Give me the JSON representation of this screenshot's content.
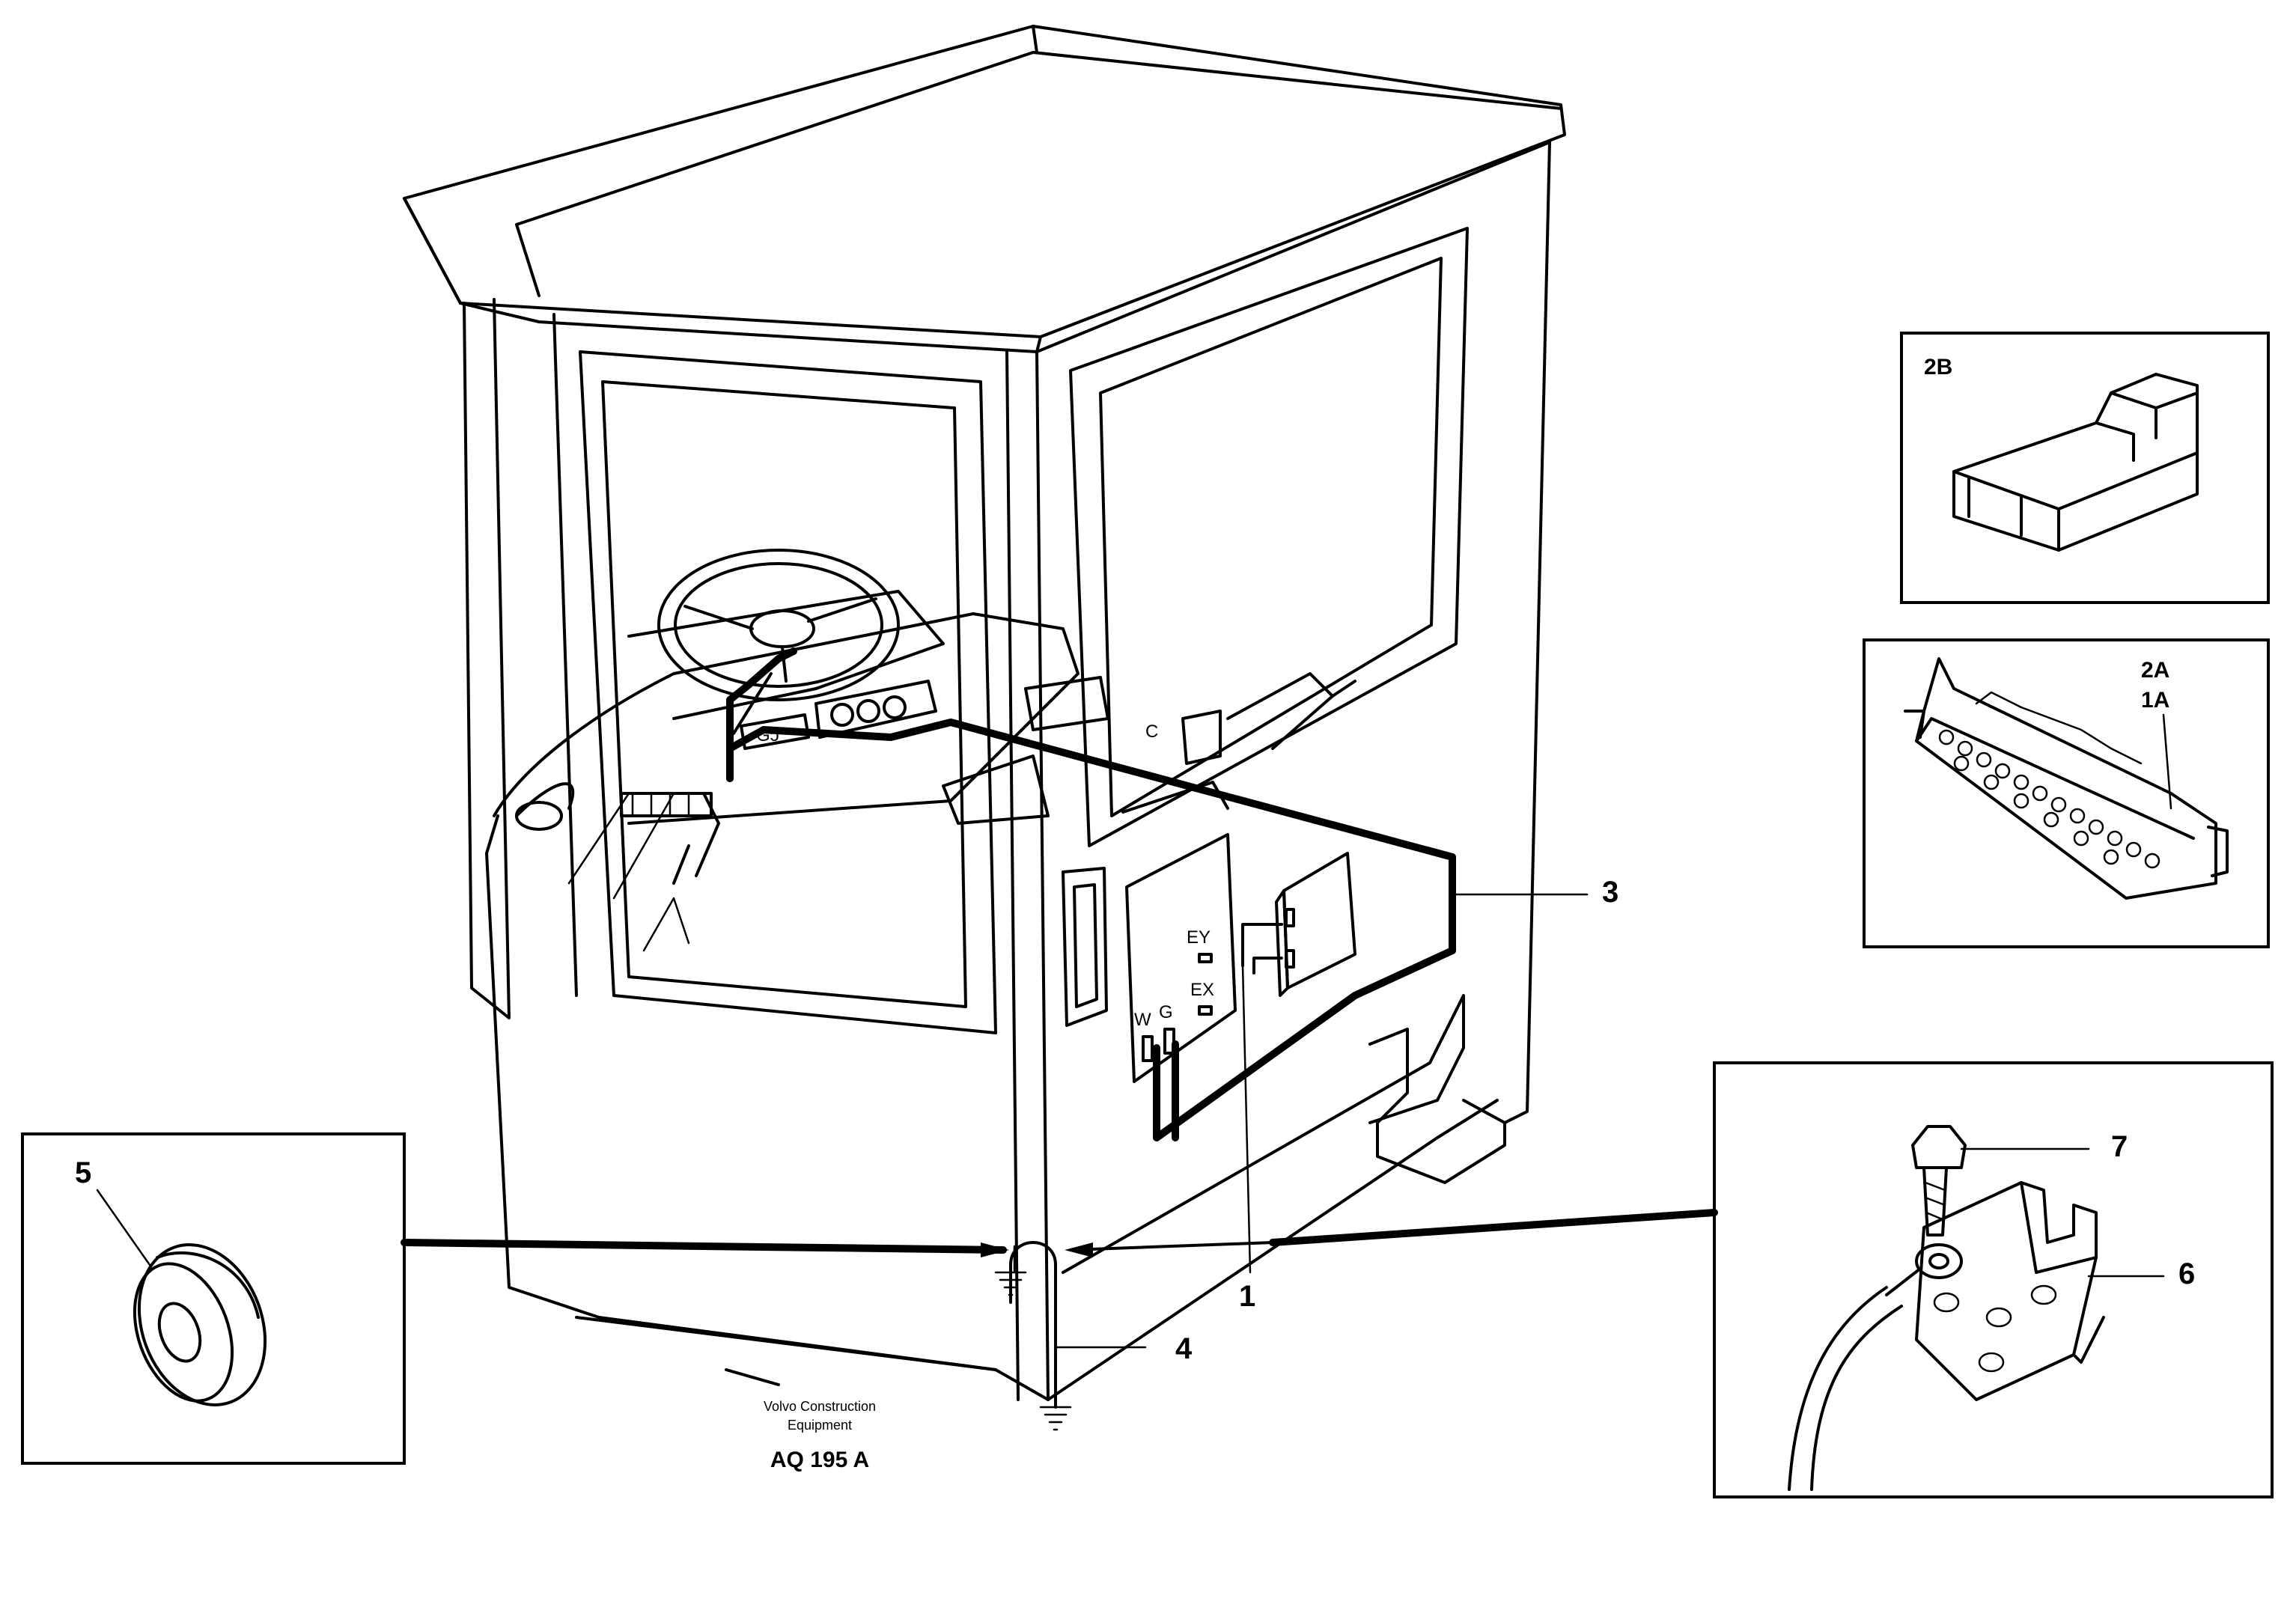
{
  "callouts": {
    "c1": "1",
    "c3": "3",
    "c4": "4",
    "c5": "5",
    "c6": "6",
    "c7": "7",
    "c2b": "2B",
    "c2a": "2A",
    "c1a": "1A"
  },
  "terminals": {
    "ey": "EY",
    "ex": "EX",
    "w": "W",
    "g": "G"
  },
  "footer": {
    "line1": "Volvo Construction",
    "line2": "Equipment",
    "code": "AQ 195 A"
  }
}
